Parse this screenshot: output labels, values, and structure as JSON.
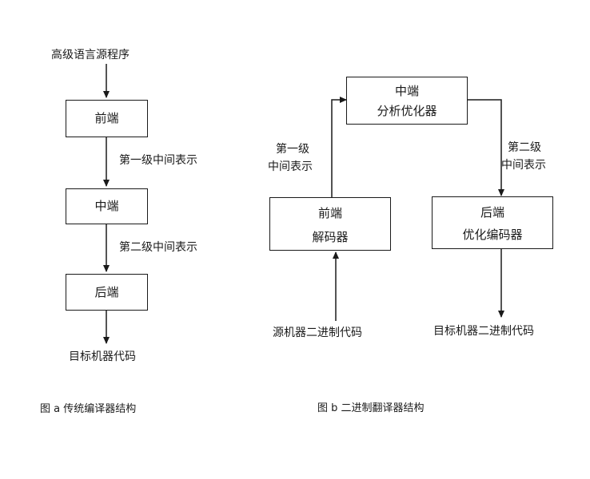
{
  "figure_a": {
    "source_label": "高级语言源程序",
    "front_end": "前端",
    "ir1": "第一级中间表示",
    "middle_end": "中端",
    "ir2": "第二级中间表示",
    "back_end": "后端",
    "target_label": "目标机器代码",
    "caption": "图 a  传统编译器结构"
  },
  "figure_b": {
    "middle_line1": "中端",
    "middle_line2": "分析优化器",
    "ir1_line1": "第一级",
    "ir1_line2": "中间表示",
    "ir2_line1": "第二级",
    "ir2_line2": "中间表示",
    "front_line1": "前端",
    "front_line2": "解码器",
    "back_line1": "后端",
    "back_line2": "优化编码器",
    "source_label": "源机器二进制代码",
    "target_label": "目标机器二进制代码",
    "caption": "图 b  二进制翻译器结构"
  }
}
